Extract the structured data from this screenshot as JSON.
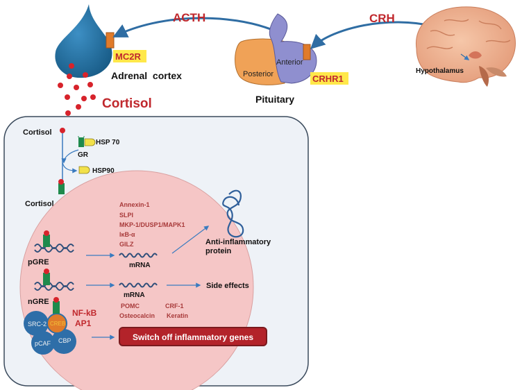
{
  "top": {
    "acth": "ACTH",
    "crh": "CRH",
    "mc2r": "MC2R",
    "crhr1": "CRHR1",
    "adrenal_cortex": "Adrenal  cortex",
    "cortisol": "Cortisol",
    "anterior": "Anterior",
    "posterior": "Posterior",
    "pituitary": "Pituitary",
    "hypothalamus": "Hypothalamus"
  },
  "cell": {
    "cortisol": "Cortisol",
    "hsp70": "HSP 70",
    "gr": "GR",
    "hsp90": "HSP90",
    "cortisol_gr": "Cortisol - GR",
    "genes_up": [
      "Annexin-1",
      "SLPI",
      "MKP-1/DUSP1/MAPK1",
      "IκB-α",
      "GILZ"
    ],
    "pgre": "pGRE",
    "ngre": "nGRE",
    "mrna_1": "mRNA",
    "mrna_2": "mRNA",
    "anti_inflammatory_1": "Anti-inflammatory",
    "anti_inflammatory_2": "protein",
    "side_effects": "Side effects",
    "genes_down": [
      "POMC",
      "CRF-1",
      "Osteocalcin",
      "Keratin"
    ],
    "nfkb": "NF-kB",
    "ap1": "AP1",
    "src2": "SRC-2",
    "creb": "CREB",
    "pcaf": "pCAF",
    "cbp": "CBP",
    "switch_off": "Switch off inflammatory genes"
  },
  "colors": {
    "red_label": "#c0282d",
    "adrenal_blue": "#1f6e9e",
    "receptor_orange": "#e07b2a",
    "highlight_yellow": "#ffe84a",
    "arrow_blue": "#2f6da3",
    "nucleus_pink": "#f5c6c6",
    "cell_bg": "#eef2f7",
    "gr_green": "#1f8a4c",
    "hsp_yellow": "#f2e14a",
    "switch_box": "#b3232a"
  }
}
